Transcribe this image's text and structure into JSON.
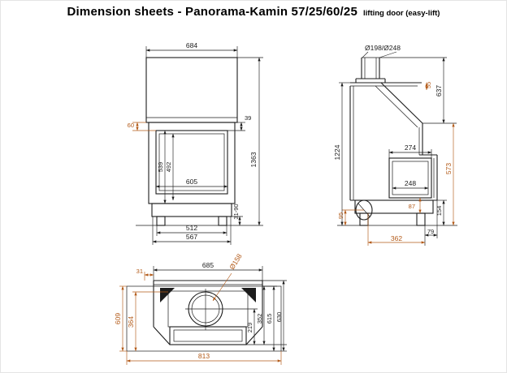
{
  "title": {
    "main": "Dimension sheets - Panorama-Kamin 57/25/60/25",
    "suffix": "lifting door (easy-lift)"
  },
  "colors": {
    "line": "#1c1c1c",
    "accent": "#b35a18"
  },
  "front_view": {
    "dims": {
      "width_top": "684",
      "hood_edge_offset": "60",
      "hood_to_glass": "39",
      "total_height": "1363",
      "opening_height_frame": "539",
      "opening_height_glass": "492",
      "opening_width": "605",
      "base_width_feet": "512",
      "base_width_outer": "567",
      "foot_height_range": "31-90"
    }
  },
  "side_view": {
    "dims": {
      "flue_pipe_diameter": "Ø198/Ø248",
      "upper_section_height": "637",
      "top_edge_offset": "55",
      "overall_height": "1224",
      "recess_depth_top": "274",
      "front_section_height": "573",
      "recess_depth_bottom": "248",
      "rear_outlet_height": "95",
      "recess_bottom_offset": "87",
      "plinth_height": "154",
      "foot_front_offset": "79",
      "base_depth": "362"
    }
  },
  "top_view": {
    "dims": {
      "body_width": "685",
      "side_edge_offset": "31",
      "flue_diameter": "Ø158",
      "plate_depth": "609",
      "body_side_depth": "364",
      "flue_center_to_front": "219",
      "body_mid_depth": "352",
      "depth_without_back": "615",
      "total_depth": "630",
      "plate_width": "813"
    }
  }
}
